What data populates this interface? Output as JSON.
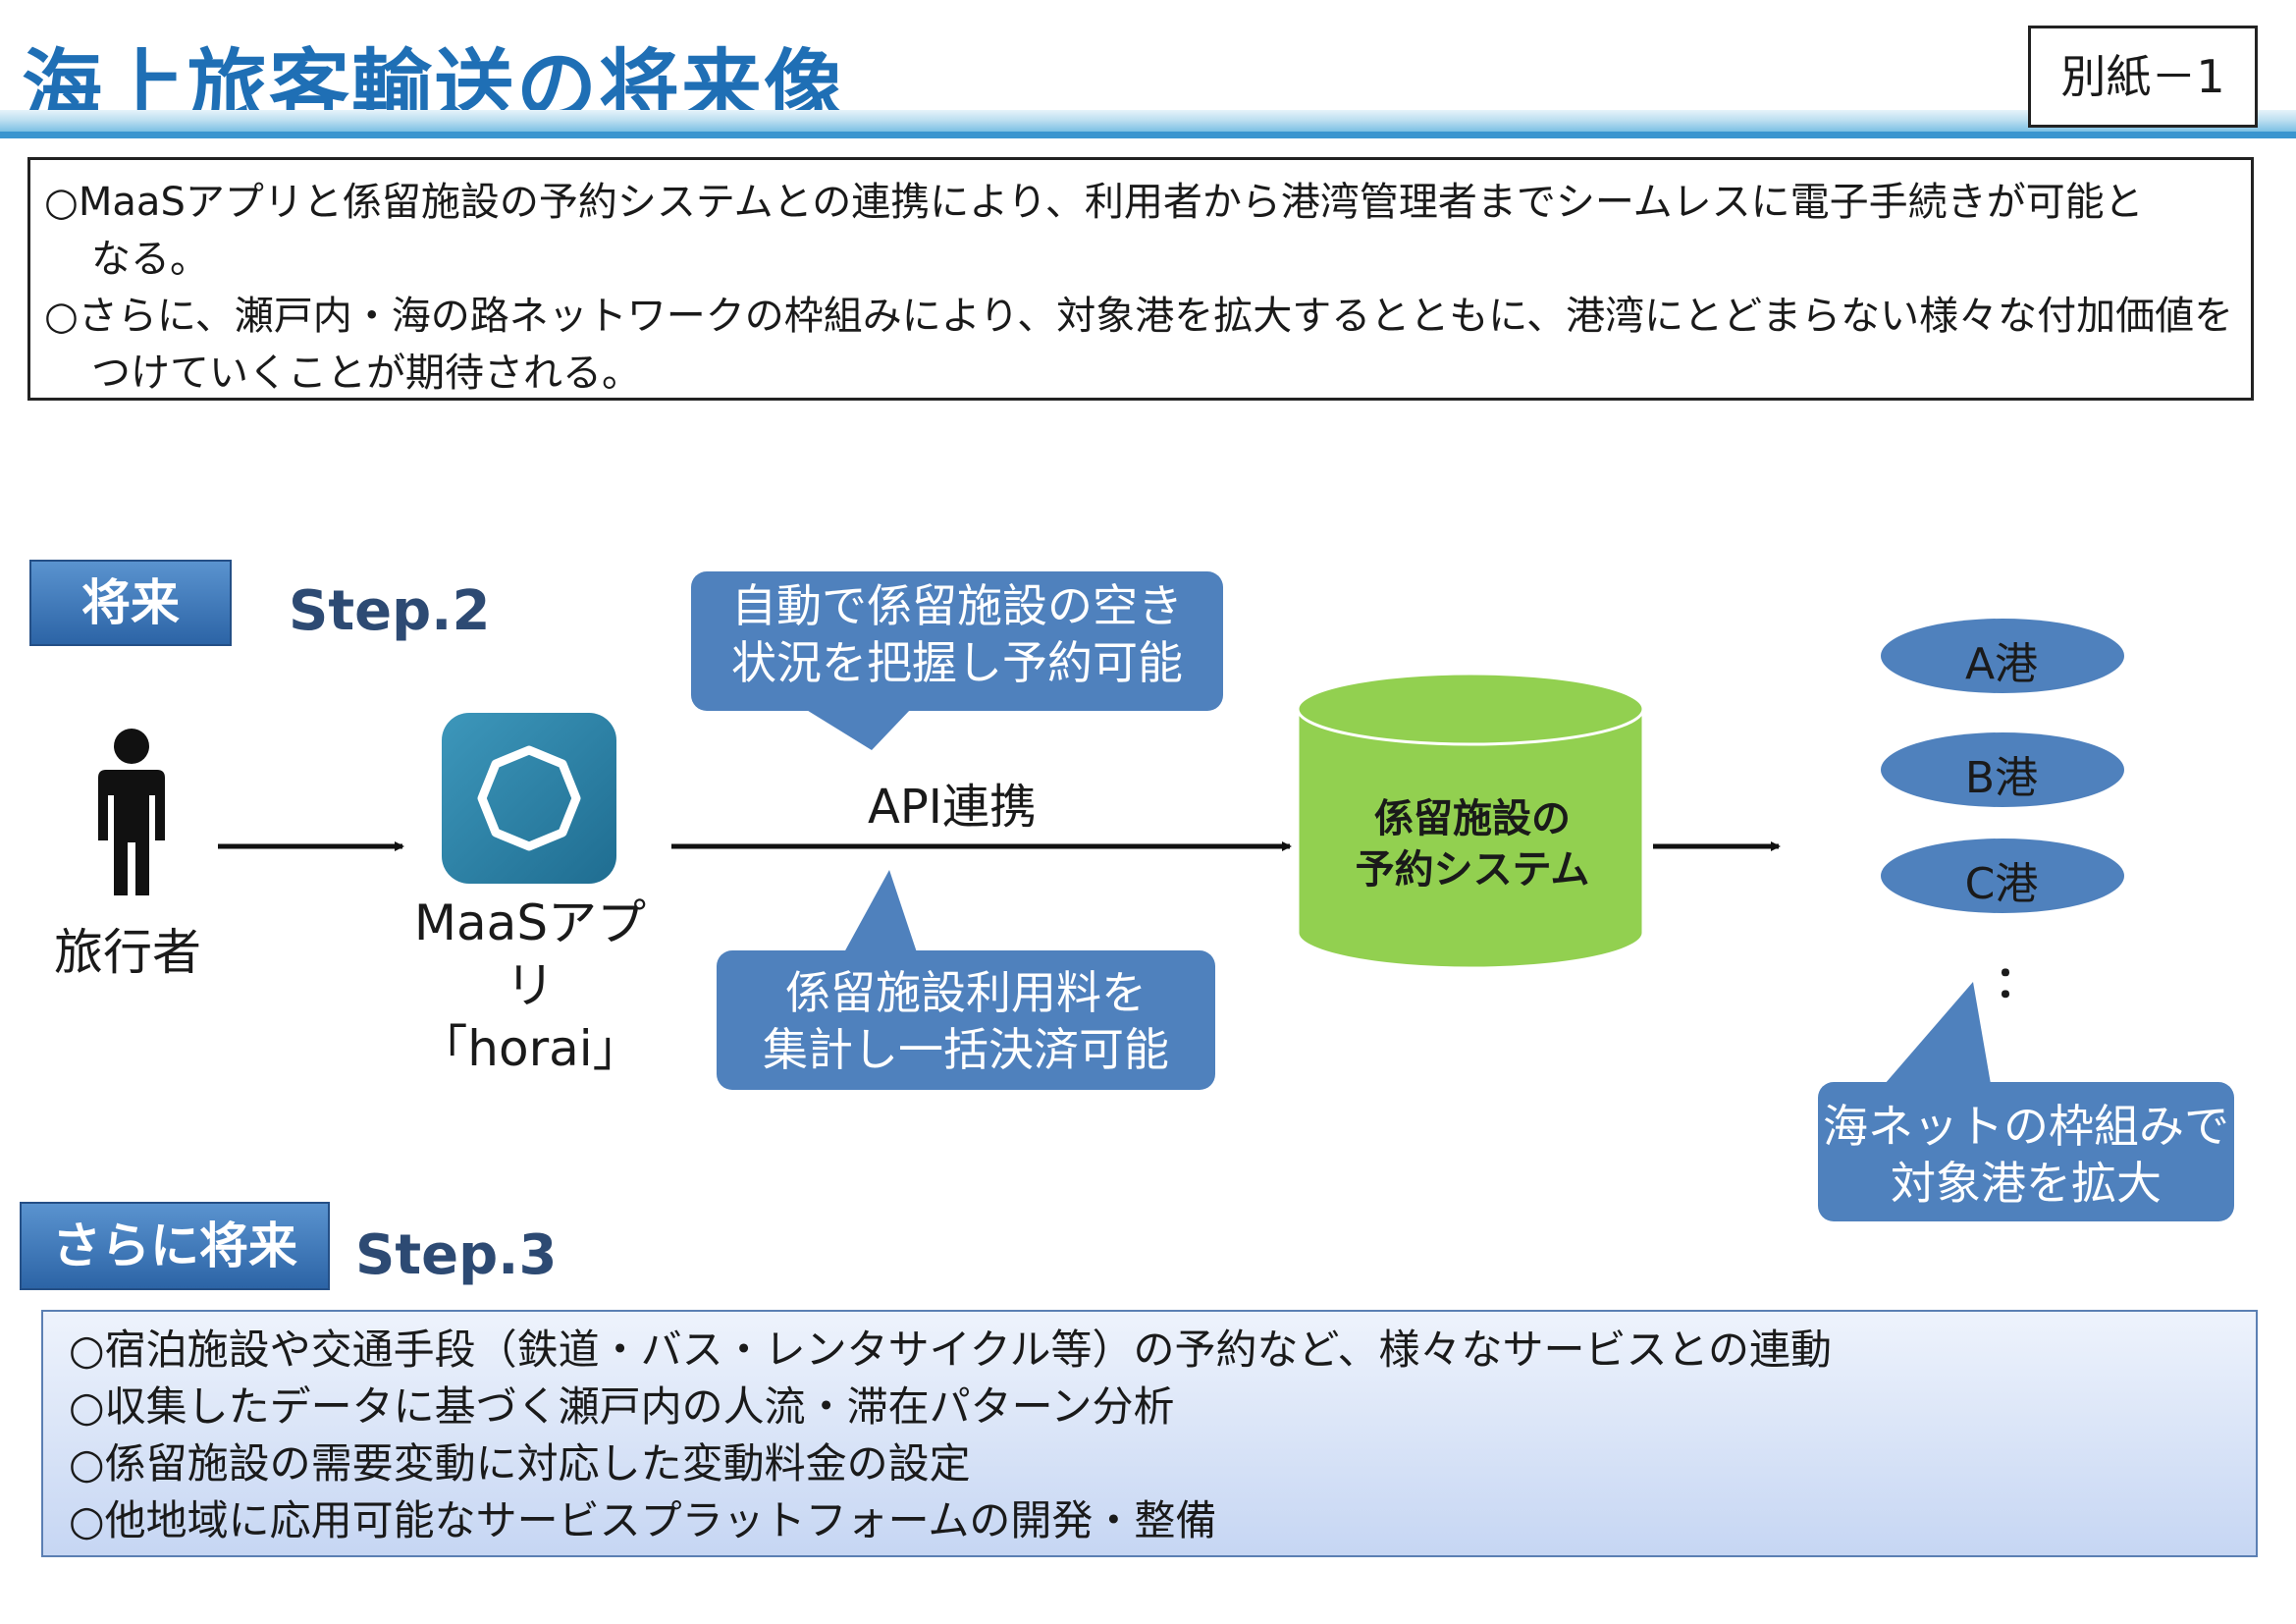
{
  "header": {
    "title": "海上旅客輸送の将来像",
    "attachment": "別紙－1"
  },
  "summary": {
    "lines": [
      "○MaaSアプリと係留施設の予約システムとの連携により、利用者から港湾管理者までシームレスに電子手続きが可能と",
      "なる。",
      "○さらに、瀬戸内・海の路ネットワークの枠組みにより、対象港を拡大するとともに、港湾にとどまらない様々な付加価値を",
      "つけていくことが期待される。"
    ]
  },
  "step2": {
    "tag": "将来",
    "label": "Step.2",
    "traveler": "旅行者",
    "app_name": "MaaSアプリ",
    "app_sub": "「horai」",
    "api_label": "API連携",
    "callout_top": [
      "自動で係留施設の空き",
      "状況を把握し予約可能"
    ],
    "callout_bottom": [
      "係留施設利用料を",
      "集計し一括決済可能"
    ],
    "database": [
      "係留施設の",
      "予約システム"
    ],
    "ports": [
      "A港",
      "B港",
      "C港"
    ],
    "ellipsis": "：",
    "callout_ports": [
      "海ネットの枠組みで",
      "対象港を拡大"
    ]
  },
  "step3": {
    "tag": "さらに将来",
    "label": "Step.3",
    "items": [
      "○宿泊施設や交通手段（鉄道・バス・レンタサイクル等）の予約など、様々なサービスとの連動",
      "○収集したデータに基づく瀬戸内の人流・滞在パターン分析",
      "○係留施設の需要変動に対応した変動料金の設定",
      "○他地域に応用可能なサービスプラットフォームの開発・整備"
    ]
  },
  "colors": {
    "title": "#1f6fb5",
    "tag": "#2c64a6",
    "callout": "#4f81bd",
    "port": "#4f81bd",
    "database": "#92d050",
    "step_label": "#2d4a73"
  },
  "icons": {
    "traveler": "person-icon",
    "app": "horai-app-icon",
    "database": "database-cylinder-icon"
  }
}
